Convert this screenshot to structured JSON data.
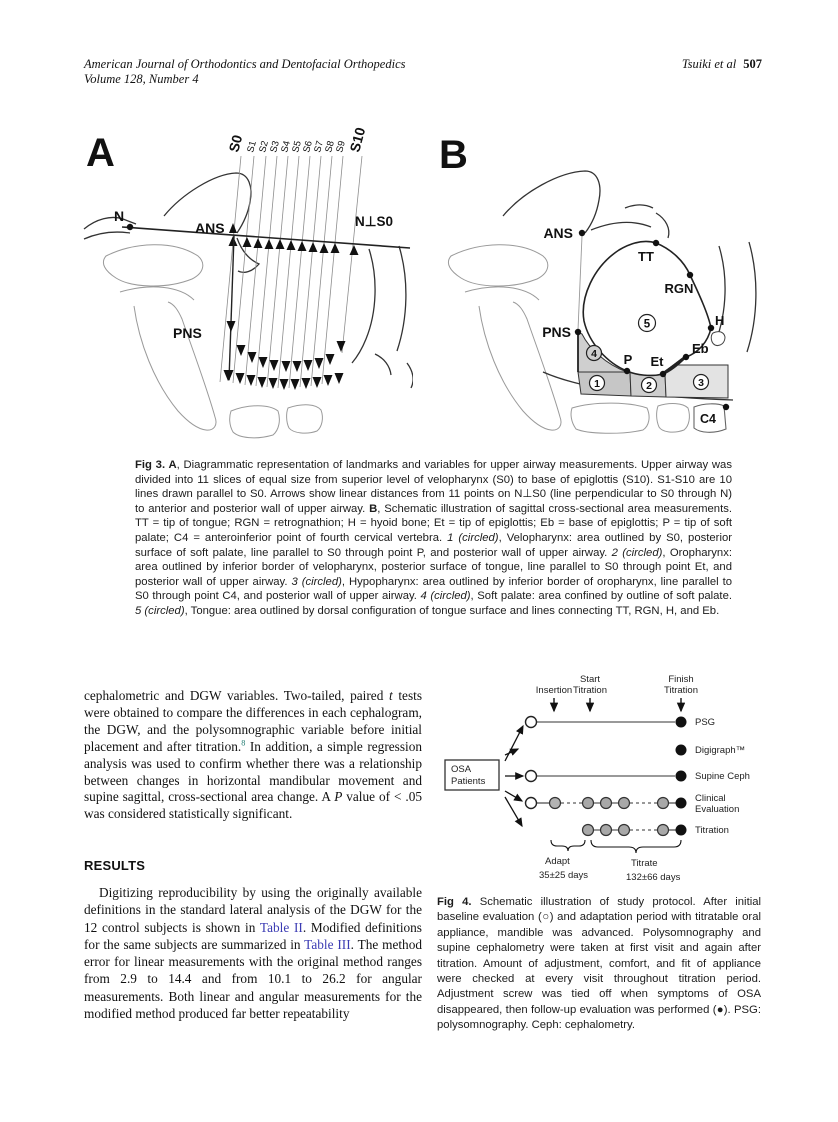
{
  "colors": {
    "link_blue": "#3b3bb3",
    "reference_teal": "#1e7a70",
    "region1_fill": "#c6c6c6",
    "region2_fill": "#cdcdcd",
    "region3_fill": "#e3e3e3",
    "region4_fill": "#cfcfcf"
  },
  "header": {
    "journal_line1": "American Journal of Orthodontics and Dentofacial Orthopedics",
    "journal_line2": "Volume 128, Number 4",
    "citation": "Tsuiki et al",
    "page": "507"
  },
  "fig3": {
    "panelA": {
      "letter": "A",
      "slices": [
        "S0",
        "S1",
        "S2",
        "S3",
        "S4",
        "S5",
        "S6",
        "S7",
        "S8",
        "S9",
        "S10"
      ],
      "labels": {
        "n": "N",
        "ans": "ANS",
        "pns": "PNS",
        "nperp": "N⊥S0"
      }
    },
    "panelB": {
      "letter": "B",
      "labels": {
        "ans": "ANS",
        "tt": "TT",
        "rgn": "RGN",
        "h": "H",
        "eb": "Eb",
        "et": "Et",
        "p": "P",
        "pns": "PNS",
        "c4": "C4"
      },
      "regions": [
        "1",
        "2",
        "3",
        "4",
        "5"
      ]
    },
    "caption": [
      {
        "t": "Fig 3. ",
        "b": true
      },
      {
        "t": "A",
        "b": true
      },
      {
        "t": ", Diagrammatic representation of landmarks and variables for upper airway measurements. Upper airway was divided into 11 slices of equal size from superior level of velopharynx (S0) to base of epiglottis (S10). S1-S10 are 10 lines drawn parallel to S0. Arrows show linear distances from 11 points on N⊥S0 (line perpendicular to S0 through N) to anterior and posterior wall of upper airway. "
      },
      {
        "t": "B",
        "b": true
      },
      {
        "t": ", Schematic illustration of sagittal cross-sectional area measurements. TT = tip of tongue; RGN = retrognathion; H = hyoid bone; Et = tip of epiglottis; Eb = base of epiglottis; P = tip of soft palate; C4 = anteroinferior point of fourth cervical vertebra. "
      },
      {
        "t": "1 (circled)",
        "i": true
      },
      {
        "t": ", Velopharynx: area outlined by S0, posterior surface of soft palate, line parallel to S0 through point P, and posterior wall of upper airway. "
      },
      {
        "t": "2 (circled)",
        "i": true
      },
      {
        "t": ", Oropharynx: area outlined by inferior border of velopharynx, posterior surface of tongue, line parallel to S0 through point Et, and posterior wall of upper airway. "
      },
      {
        "t": "3 (circled)",
        "i": true
      },
      {
        "t": ", Hypopharynx: area outlined by inferior border of oropharynx, line parallel to S0 through point C4, and posterior wall of upper airway. "
      },
      {
        "t": "4 (circled)",
        "i": true
      },
      {
        "t": ", Soft palate: area confined by outline of soft palate. "
      },
      {
        "t": "5 (circled)",
        "i": true
      },
      {
        "t": ", Tongue: area outlined by dorsal configuration of tongue surface and lines connecting TT, RGN, H, and Eb."
      }
    ]
  },
  "article": {
    "paragraph_continuation": [
      {
        "t": "cephalometric and DGW variables. Two-tailed, paired "
      },
      {
        "t": "t",
        "i": true
      },
      {
        "t": " tests were obtained to compare the differences in each cephalogram, the DGW, and the polysomnographic variable before initial placement and after titration."
      },
      {
        "t": "8",
        "sup": true,
        "c": "teal"
      },
      {
        "t": " In addition, a simple regression analysis was used to confirm whether there was a relationship between changes in horizontal mandibular movement and supine sagittal, cross-sectional area change. A "
      },
      {
        "t": "P",
        "i": true
      },
      {
        "t": " value of < .05 was considered statistically significant."
      }
    ],
    "results_heading": "RESULTS",
    "results_paragraph": [
      {
        "t": "Digitizing reproducibility by using the originally available definitions in the standard lateral analysis of the DGW for the 12 control subjects is shown in "
      },
      {
        "t": "Table II",
        "c": "blue"
      },
      {
        "t": ". Modified definitions for the same subjects are summarized in "
      },
      {
        "t": "Table III",
        "c": "blue"
      },
      {
        "t": ". The method error for linear measurements with the original method ranges from 2.9 to 14.4 and from 10.1 to 26.2 for angular measurements. Both linear and angular measurements for the modified method produced far better repeatability"
      }
    ]
  },
  "fig4": {
    "events": {
      "insertion": "Insertion",
      "start1": "Start",
      "start2": "Titration",
      "finish1": "Finish",
      "finish2": "Titration"
    },
    "patients_line1": "OSA",
    "patients_line2": "Patients",
    "rows": {
      "psg": "PSG",
      "digigraph": "Digigraph™",
      "supine": "Supine Ceph",
      "clinical1": "Clinical",
      "clinical2": "Evaluation",
      "titration": "Titration"
    },
    "phases": {
      "adapt_label": "Adapt",
      "adapt_days": "35±25 days",
      "titrate_label": "Titrate",
      "titrate_days": "132±66 days"
    },
    "caption": [
      {
        "t": "Fig 4.",
        "b": true
      },
      {
        "t": " Schematic illustration of study protocol. After initial baseline evaluation (○) and adaptation period with titratable oral appliance, mandible was advanced. Polysomnography and supine cephalometry were taken at first visit and again after titration. Amount of adjustment, comfort, and fit of appliance were checked at every visit throughout titration period. Adjustment screw was tied off when symptoms of OSA disappeared, then follow-up evaluation was performed (●). PSG: polysomnography. Ceph: cephalometry."
      }
    ]
  }
}
